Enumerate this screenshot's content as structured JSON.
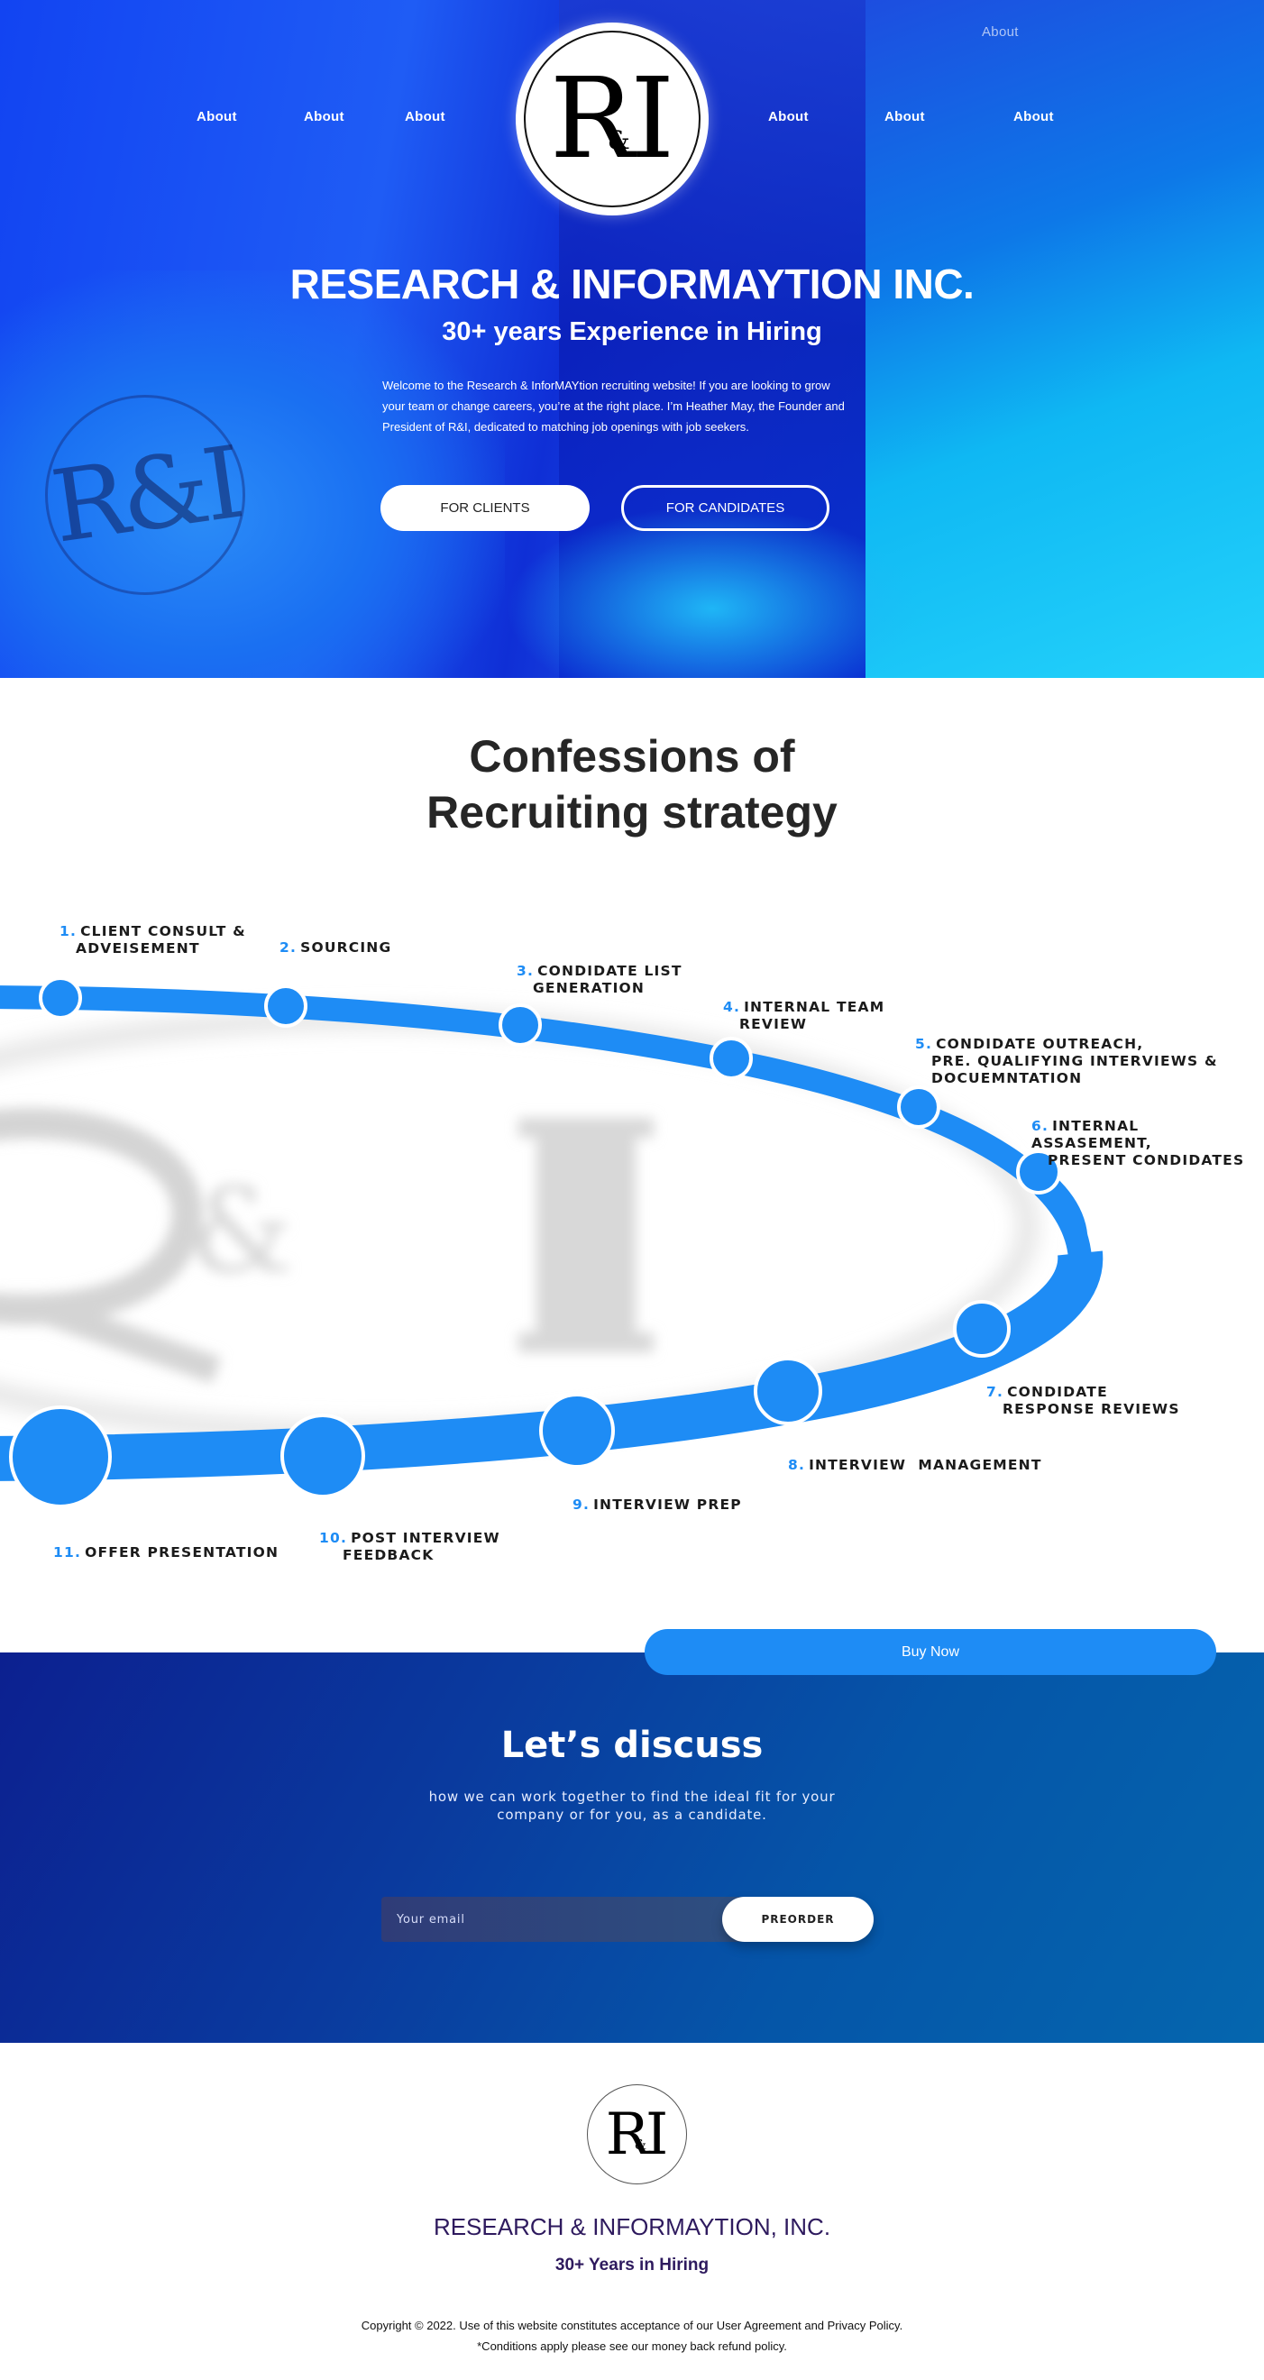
{
  "header": {
    "top_link": "About",
    "nav_left": [
      "About",
      "About",
      "About"
    ],
    "nav_right": [
      "About",
      "About",
      "About"
    ],
    "logo": {
      "r": "R",
      "amp": "&",
      "i": "I"
    }
  },
  "hero": {
    "title": "RESEARCH & INFORMAYTION INC.",
    "subtitle": "30+ years Experience in Hiring",
    "paragraph": "Welcome to the Research & InforMAYtion recruiting website! If you are looking to grow your team or change careers, you’re at the right place. I’m Heather May, the Founder and President of R&I, dedicated to matching job openings with job seekers.",
    "btn_clients": "FOR CLIENTS",
    "btn_candidates": "FOR CANDIDATES",
    "laptop_logo": "R&I"
  },
  "strategy": {
    "title_line1": "Confessions of",
    "title_line2": "Recruiting strategy",
    "accent_color": "#1e8cf5",
    "steps": [
      {
        "num": "1.",
        "line1": "CLIENT CONSULT &",
        "line2": "ADVEISEMENT"
      },
      {
        "num": "2.",
        "line1": "SOURCING",
        "line2": ""
      },
      {
        "num": "3.",
        "line1": "CONDIDATE LIST",
        "line2": "GENERATION"
      },
      {
        "num": "4.",
        "line1": "INTERNAL TEAM",
        "line2": "REVIEW"
      },
      {
        "num": "5.",
        "line1": "CONDIDATE OUTREACH,",
        "line2": "PRE. QUALIFYING INTERVIEWS &",
        "line3": "DOCUEMNTATION"
      },
      {
        "num": "6.",
        "line1": "INTERNAL ASSASEMENT,",
        "line2": "PRESENT CONDIDATES"
      },
      {
        "num": "7.",
        "line1": "CONDIDATE",
        "line2": "RESPONSE REVIEWS"
      },
      {
        "num": "8.",
        "line1": "INTERVIEW  MANAGEMENT",
        "line2": ""
      },
      {
        "num": "9.",
        "line1": "INTERVIEW PREP",
        "line2": ""
      },
      {
        "num": "10.",
        "line1": "POST INTERVIEW",
        "line2": "FEEDBACK"
      },
      {
        "num": "11.",
        "line1": "OFFER PRESENTATION",
        "line2": ""
      }
    ]
  },
  "cta": {
    "buy_now": "Buy Now",
    "title": "Let’s discuss",
    "subtitle": "how we can work together to find the ideal fit for your company or for you, as a candidate.",
    "email_placeholder": "Your email",
    "preorder": "PREORDER"
  },
  "footer": {
    "company": "RESEARCH & INFORMAYTION, INC.",
    "tagline": "30+ Years in Hiring",
    "copyright": "Copyright © 2022. Use of this website constitutes acceptance of our User Agreement and Privacy Policy.",
    "conditions": "*Conditions apply please see our money back refund policy."
  }
}
